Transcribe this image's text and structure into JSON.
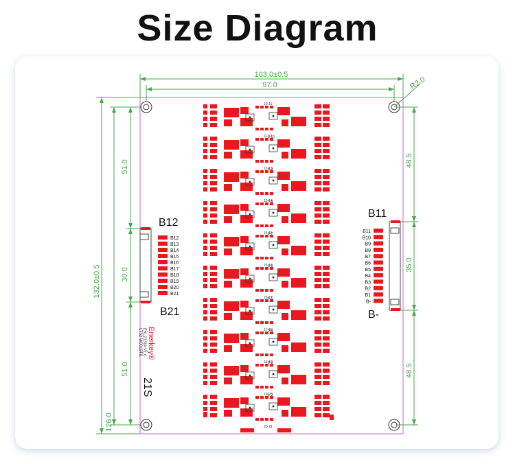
{
  "title": "Size Diagram",
  "dimensions": {
    "overall_width": "103.0±0.5",
    "hole_spacing_width": "97.0",
    "corner_radius": "R2.0",
    "overall_height": "132.0±0.5",
    "hole_spacing_height": "126.0",
    "left_top_section": "51.0",
    "left_connector": "30.0",
    "left_bottom_section": "51.0",
    "right_top_section": "48.5",
    "right_connector": "35.0",
    "right_bottom_section": "48.5"
  },
  "left_connector": {
    "top_label": "B12",
    "bottom_label": "B21",
    "pins": [
      "B12",
      "B13",
      "B14",
      "B15",
      "B16",
      "B17",
      "B18",
      "B19",
      "B20",
      "B21"
    ]
  },
  "right_connector": {
    "top_label": "B11",
    "bottom_label": "B-",
    "pins": [
      "B11",
      "B10",
      "B9",
      "B8",
      "B7",
      "B6",
      "B5",
      "B4",
      "B3",
      "B2",
      "B1",
      "B-"
    ]
  },
  "board": {
    "brand": "Enerkey®",
    "model": "EKL21SIA V1.0",
    "date_code": "LT32 W0019T8",
    "series_count": "21S",
    "cell_labels_a": [
      "10-11",
      "11-12",
      "12-13",
      "13-14",
      "14-15",
      "15-16",
      "16-17",
      "17-18",
      "18-19",
      "19-20",
      "20-21"
    ],
    "cell_labels_b": [
      "9-10",
      "8-9",
      "7-8",
      "6-7",
      "5-6",
      "4-5",
      "3-4",
      "2-3",
      "1-2"
    ]
  },
  "colors": {
    "dimension_lines": "#4aa64a",
    "board_outline": "#d060d0",
    "components": "#e8181e"
  }
}
